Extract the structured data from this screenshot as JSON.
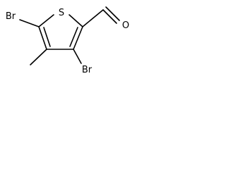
{
  "molecule": {
    "atoms": {
      "sulfur": "S",
      "bromine_left": "Br",
      "bromine_bottom": "Br",
      "oxygen": "O"
    }
  },
  "colors": {
    "background": "#ffffff",
    "line": "#000000"
  }
}
